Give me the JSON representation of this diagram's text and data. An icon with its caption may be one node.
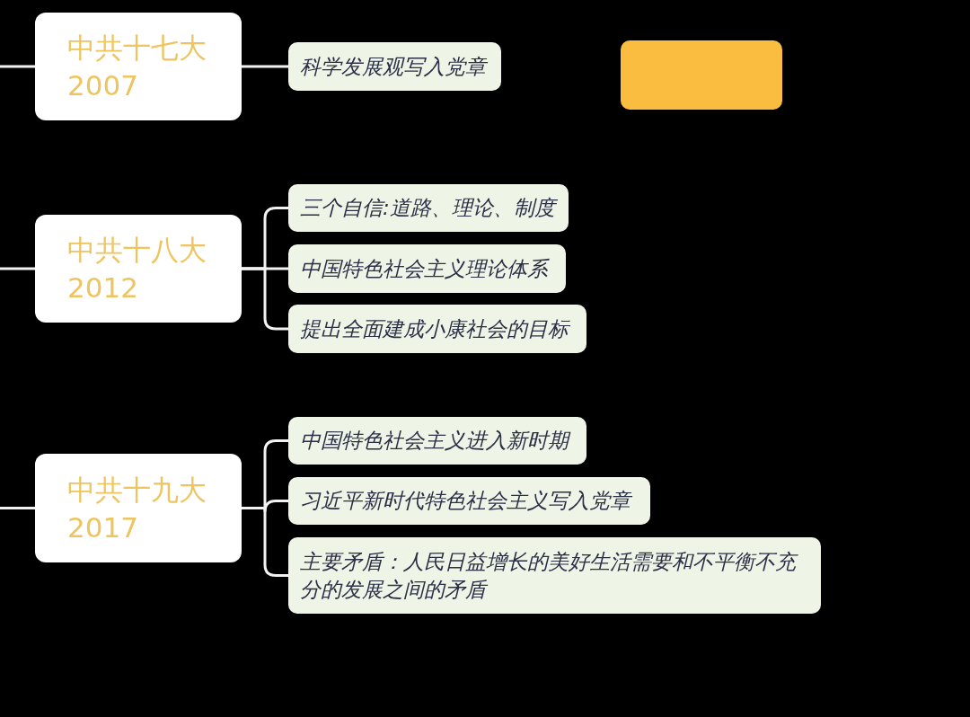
{
  "diagram": {
    "nodes": [
      {
        "text": [
          "中共十七大",
          "2007"
        ]
      },
      {
        "text": [
          "科学发展观写入党章"
        ]
      },
      {
        "text": [],
        "shape": "box"
      },
      {
        "text": [
          "中共十八大",
          "2012"
        ]
      },
      {
        "text": [
          "三个自信:道路、理论、制度"
        ]
      },
      {
        "text": [
          "中国特色社会主义理论体系"
        ]
      },
      {
        "text": [
          "提出全面建成小康社会的目标"
        ]
      },
      {
        "text": [
          "中共十九大",
          "2017"
        ]
      },
      {
        "text": [
          "中国特色社会主义进入新时期"
        ]
      },
      {
        "text": [
          "习近平新时代特色社会主义写入党章"
        ]
      },
      {
        "text": [
          "主要矛盾：人民日益增长的美好生活需要和不平衡不充分的发展之间的矛盾"
        ]
      }
    ],
    "edges": [
      {
        "from": null,
        "to": 0,
        "arrow": "none"
      },
      {
        "from": 0,
        "to": 1,
        "arrow": "none"
      },
      {
        "from": null,
        "to": 3,
        "arrow": "none"
      },
      {
        "from": 3,
        "to": 4,
        "arrow": "none"
      },
      {
        "from": 3,
        "to": 5,
        "arrow": "none"
      },
      {
        "from": 3,
        "to": 6,
        "arrow": "none"
      },
      {
        "from": null,
        "to": 7,
        "arrow": "none"
      },
      {
        "from": 7,
        "to": 8,
        "arrow": "none"
      },
      {
        "from": 7,
        "to": 9,
        "arrow": "none"
      },
      {
        "from": 7,
        "to": 10,
        "arrow": "none"
      }
    ]
  }
}
